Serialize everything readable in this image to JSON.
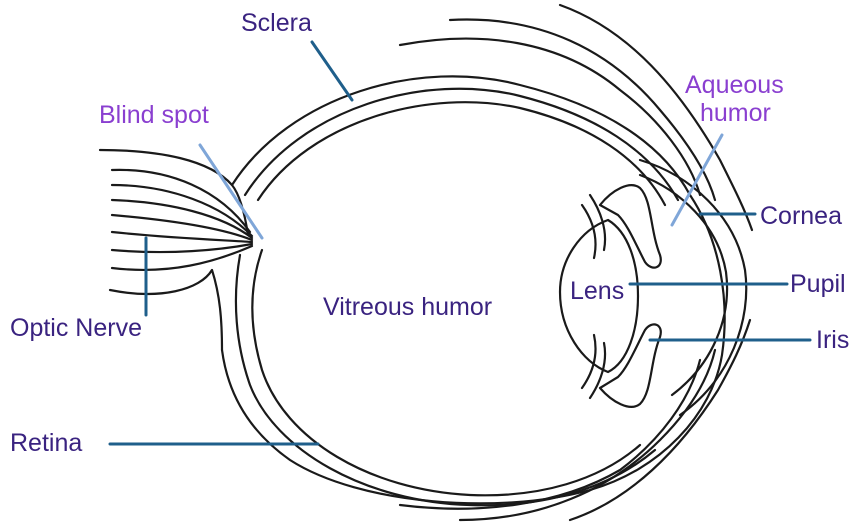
{
  "labels": {
    "sclera": "Sclera",
    "blind_spot": "Blind spot",
    "aqueous_humor_line1": "Aqueous",
    "aqueous_humor_line2": "humor",
    "cornea": "Cornea",
    "pupil": "Pupil",
    "iris": "Iris",
    "lens": "Lens",
    "vitreous_humor": "Vitreous humor",
    "optic_nerve": "Optic Nerve",
    "retina": "Retina"
  },
  "colors": {
    "label_dark": "#3a2380",
    "label_purple": "#8a3fd0",
    "leader_dark": "#1f5f8b",
    "leader_light": "#7fa6d8",
    "outline": "#1a1a1a"
  }
}
